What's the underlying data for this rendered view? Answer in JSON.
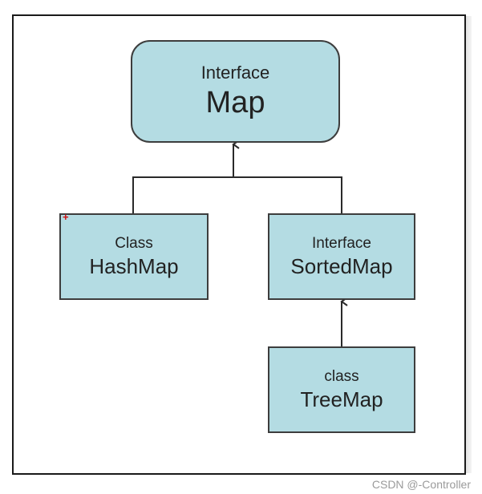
{
  "diagram": {
    "nodes": {
      "map": {
        "kind": "Interface",
        "name": "Map"
      },
      "hashmap": {
        "kind": "Class",
        "name": "HashMap"
      },
      "sortedmap": {
        "kind": "Interface",
        "name": "SortedMap"
      },
      "treemap": {
        "kind": "class",
        "name": "TreeMap"
      }
    },
    "edges": [
      {
        "from": "hashmap",
        "to": "map"
      },
      {
        "from": "sortedmap",
        "to": "map"
      },
      {
        "from": "treemap",
        "to": "sortedmap"
      }
    ],
    "colors": {
      "node_fill": "#b4dce3",
      "node_border": "#3d3d3d",
      "line": "#2a2a2a",
      "marker": "#d01010"
    }
  },
  "marker_symbol": "+",
  "watermark": "CSDN @-Controller"
}
